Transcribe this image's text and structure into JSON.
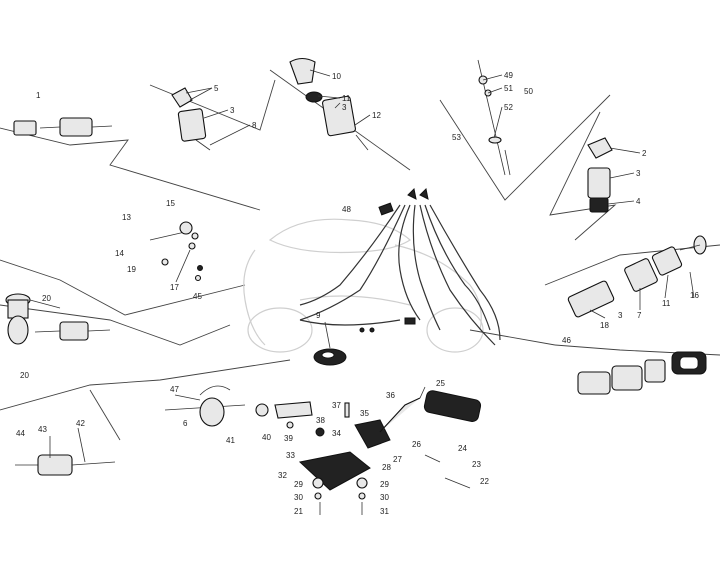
{
  "labels": {
    "l1": "1",
    "l5": "5",
    "l3a": "3",
    "l8": "8",
    "l10": "10",
    "l11a": "11",
    "l3b": "3",
    "l12": "12",
    "l49": "49",
    "l51": "51",
    "l50": "50",
    "l52": "52",
    "l53": "53",
    "l2": "2",
    "l3c": "3",
    "l4": "4",
    "l48": "48",
    "l13": "13",
    "l15": "15",
    "l14": "14",
    "l19": "19",
    "l17": "17",
    "l45": "45",
    "l20a": "20",
    "l20b": "20",
    "l9": "9",
    "l16": "16",
    "l11b": "11",
    "l7": "7",
    "l3d": "3",
    "l18": "18",
    "l46": "46",
    "l47": "47",
    "l6": "6",
    "l41": "41",
    "l44": "44",
    "l43": "43",
    "l42": "42",
    "l37": "37",
    "l35": "35",
    "l38": "38",
    "l40": "40",
    "l39": "39",
    "l34": "34",
    "l36": "36",
    "l25": "25",
    "l26": "26",
    "l27": "27",
    "l33": "33",
    "l28": "28",
    "l32": "32",
    "l29a": "29",
    "l29b": "29",
    "l30a": "30",
    "l30b": "30",
    "l21": "21",
    "l31": "31",
    "l24": "24",
    "l23": "23",
    "l22": "22"
  }
}
